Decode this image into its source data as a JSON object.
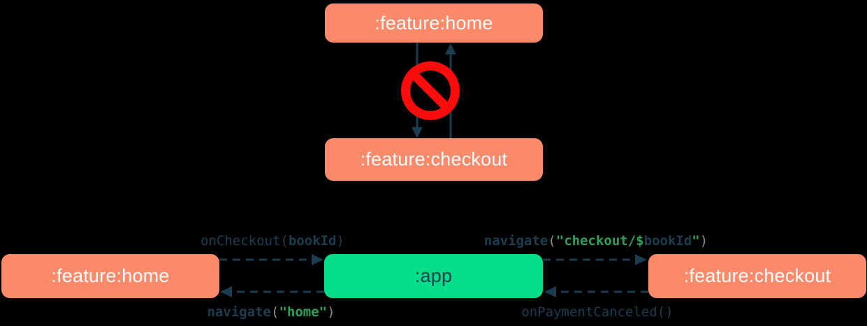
{
  "colors": {
    "background": "#000000",
    "module_box": "#FB8A6B",
    "app_box": "#04DE89",
    "navy": "#1C3C50",
    "code_gray": "#8C8C8C",
    "code_green": "#2FA05A",
    "forbidden_red": "#F80C0C",
    "box_text_light": "#FCFCFD"
  },
  "top_diagram": {
    "home_label": ":feature:home",
    "checkout_label": ":feature:checkout",
    "forbidden_icon": "no-entry-icon"
  },
  "bottom_diagram": {
    "home_label": ":feature:home",
    "app_label": ":app",
    "checkout_label": ":feature:checkout",
    "calls": {
      "on_checkout": {
        "text": "onCheckout(bookId)",
        "segments": [
          {
            "t": "onCheckout(",
            "k": "plain"
          },
          {
            "t": "bookId",
            "k": "bold"
          },
          {
            "t": ")",
            "k": "plain"
          }
        ]
      },
      "navigate_home": {
        "text": "navigate(\"home\")",
        "segments": [
          {
            "t": "navigate",
            "k": "bold"
          },
          {
            "t": "(",
            "k": "punct"
          },
          {
            "t": "\"home\"",
            "k": "string"
          },
          {
            "t": ")",
            "k": "punct"
          }
        ]
      },
      "navigate_checkout": {
        "text": "navigate(\"checkout/$bookId\")",
        "segments": [
          {
            "t": "navigate",
            "k": "bold"
          },
          {
            "t": "(",
            "k": "punct"
          },
          {
            "t": "\"checkout/$",
            "k": "string"
          },
          {
            "t": "bookId",
            "k": "bold"
          },
          {
            "t": "\"",
            "k": "string"
          },
          {
            "t": ")",
            "k": "punct"
          }
        ]
      },
      "on_payment_canceled": {
        "text": "onPaymentCanceled()",
        "segments": [
          {
            "t": "onPaymentCanceled()",
            "k": "plain"
          }
        ]
      }
    }
  }
}
